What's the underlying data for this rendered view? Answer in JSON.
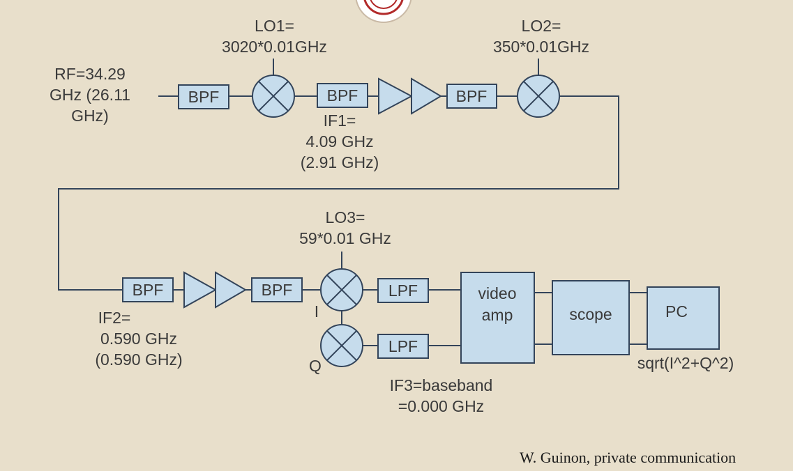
{
  "labels": {
    "rf": [
      "RF=34.29",
      "GHz (26.11",
      "GHz)"
    ],
    "lo1": [
      "LO1=",
      "3020*0.01GHz"
    ],
    "lo2": [
      "LO2=",
      "350*0.01GHz"
    ],
    "if1": [
      "IF1=",
      "4.09 GHz",
      "(2.91 GHz)"
    ],
    "lo3": [
      "LO3=",
      "59*0.01 GHz"
    ],
    "if2": [
      "IF2=",
      "0.590 GHz",
      "(0.590 GHz)"
    ],
    "if3": [
      "IF3=baseband",
      "=0.000 GHz"
    ],
    "i_channel": "I",
    "q_channel": "Q",
    "sqrt": "sqrt(I^2+Q^2)"
  },
  "blocks": {
    "bpf": "BPF",
    "lpf": "LPF",
    "video_amp": [
      "video",
      "amp"
    ],
    "scope": "scope",
    "pc": "PC"
  },
  "credit": "W. Guinon, private communication",
  "colors": {
    "background": "#e8dfcb",
    "block_fill": "#c6dcec",
    "block_stroke": "#33445a",
    "line": "#33445a"
  }
}
